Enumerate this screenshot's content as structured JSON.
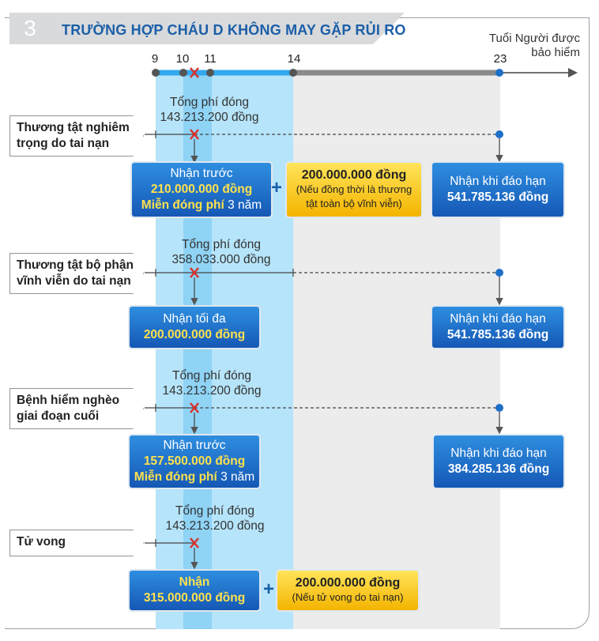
{
  "header": {
    "section_number": "3",
    "title": "TRƯỜNG HỢP CHÁU D KHÔNG MAY GẶP RỦI RO"
  },
  "axis": {
    "label_line1": "Tuổi Người được",
    "label_line2": "bảo hiểm",
    "ticks": [
      "9",
      "10",
      "11",
      "14",
      "23"
    ]
  },
  "scenarios": [
    {
      "label_line1": "Thương tật nghiêm",
      "label_line2": "trọng do tai nạn",
      "premium_line1": "Tổng phí đóng",
      "premium_line2": "143.213.200 đồng",
      "benefit": {
        "line1": "Nhận trước",
        "line2": "210.000.000 đồng",
        "line3_bold": "Miễn đóng phí",
        "line3_rest": " 3 năm"
      },
      "extra": {
        "line1": "200.000.000 đồng",
        "line2": "(Nếu đồng thời là thương",
        "line3": "tật toàn bộ vĩnh viễn)"
      },
      "maturity": {
        "line1": "Nhận khi đáo hạn",
        "line2": "541.785.136 đồng"
      }
    },
    {
      "label_line1": "Thương tật bộ phận",
      "label_line2": "vĩnh viễn do tai nạn",
      "premium_line1": "Tổng phí đóng",
      "premium_line2": "358.033.000 đồng",
      "benefit": {
        "line1": "Nhận tối đa",
        "line2": "200.000.000 đồng"
      },
      "maturity": {
        "line1": "Nhận khi đáo hạn",
        "line2": "541.785.136 đồng"
      }
    },
    {
      "label_line1": "Bệnh hiểm nghèo",
      "label_line2": "giai đoạn cuối",
      "premium_line1": "Tổng phí đóng",
      "premium_line2": "143.213.200 đồng",
      "benefit": {
        "line1": "Nhận trước",
        "line2": "157.500.000 đồng",
        "line3_bold": "Miễn đóng phí",
        "line3_rest": " 3 năm"
      },
      "maturity": {
        "line1": "Nhận khi đáo hạn",
        "line2": "384.285.136 đồng"
      }
    },
    {
      "label_line1": "Tử vong",
      "premium_line1": "Tổng phí đóng",
      "premium_line2": "143.213.200 đồng",
      "benefit": {
        "line1": "Nhận",
        "line2": "315.000.000 đồng"
      },
      "extra": {
        "line1": "200.000.000 đồng",
        "line2": "(Nếu tử vong do tai nạn)"
      }
    }
  ],
  "symbols": {
    "plus": "+"
  },
  "colors": {
    "title_blue": "#1b5fa8",
    "box_blue": "#1e6fc8",
    "highlight_yellow": "#ffe14d",
    "gold": "#f7c21a",
    "band_light": "#b6e4fa",
    "band_grey": "#ececec"
  }
}
